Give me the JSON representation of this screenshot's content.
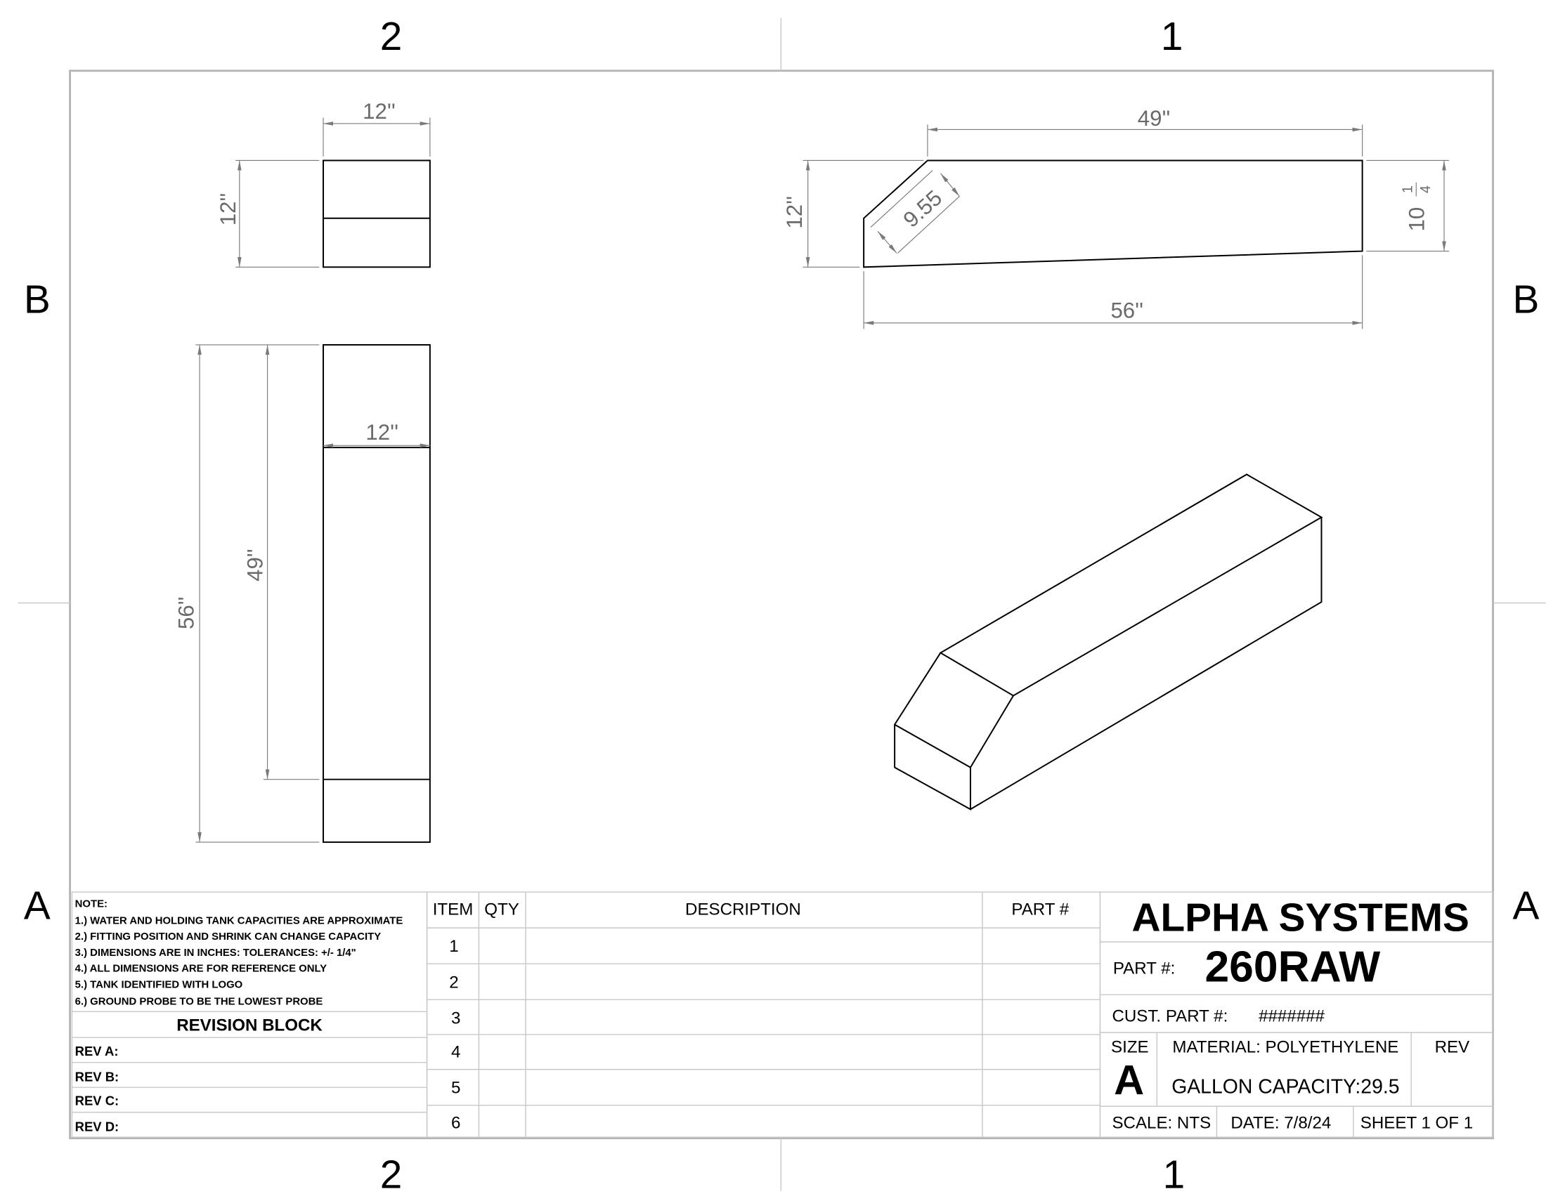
{
  "zones": {
    "top": [
      "2",
      "1"
    ],
    "bottom": [
      "2",
      "1"
    ],
    "left": [
      "B",
      "A"
    ],
    "right": [
      "B",
      "A"
    ]
  },
  "views": {
    "top_view": {
      "width": "12''",
      "height": "12''"
    },
    "front_view": {
      "width": "12''",
      "inner_length": "49''",
      "overall_length": "56''"
    },
    "side_view": {
      "top_length": "49''",
      "bottom_length": "56''",
      "height": "12''",
      "end_height_whole": "10",
      "end_height_num": "1",
      "end_height_den": "4",
      "chamfer": "9.55"
    }
  },
  "notes": {
    "title": "NOTE:",
    "items": [
      "1.) WATER AND HOLDING TANK CAPACITIES ARE APPROXIMATE",
      "2.) FITTING POSITION AND SHRINK CAN CHANGE CAPACITY",
      "3.) DIMENSIONS ARE IN INCHES: TOLERANCES: +/-  1/4\"",
      "4.) ALL DIMENSIONS ARE FOR REFERENCE ONLY",
      "5.) TANK IDENTIFIED WITH LOGO",
      "6.) GROUND PROBE TO BE THE LOWEST PROBE"
    ]
  },
  "revision_block": {
    "title": "REVISION BLOCK",
    "rows": [
      "REV A:",
      "REV B:",
      "REV C:",
      "REV D:"
    ]
  },
  "bom": {
    "headers": [
      "ITEM",
      "QTY",
      "DESCRIPTION",
      "PART #"
    ],
    "items": [
      "1",
      "2",
      "3",
      "4",
      "5",
      "6"
    ]
  },
  "title_block": {
    "company": "ALPHA SYSTEMS",
    "part_label": "PART #:",
    "part_number": "260RAW",
    "cust_part_label": "CUST. PART #:",
    "cust_part_value": "#######",
    "size_label": "SIZE",
    "size_value": "A",
    "material": "MATERIAL: POLYETHYLENE",
    "capacity": "GALLON CAPACITY:29.5",
    "rev_label": "REV",
    "scale": "SCALE: NTS",
    "date": "DATE: 7/8/24",
    "sheet": "SHEET 1 OF 1"
  }
}
